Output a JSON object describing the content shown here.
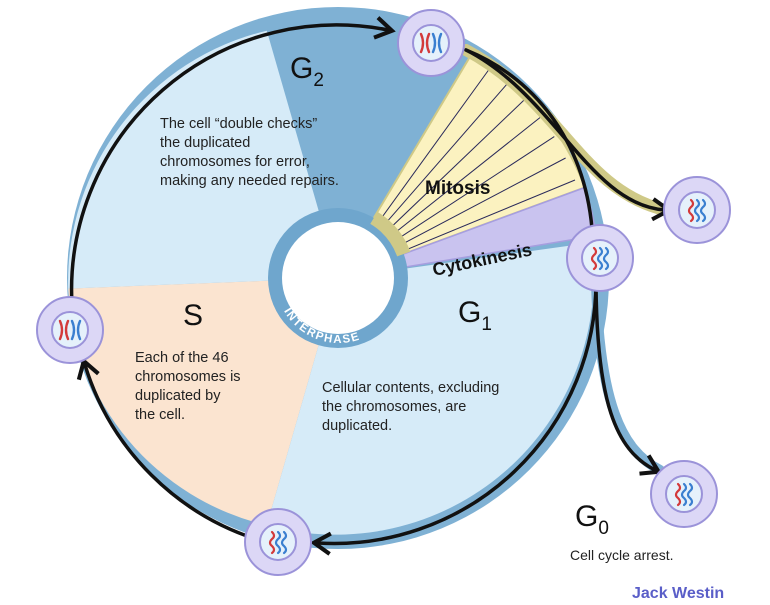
{
  "phases": {
    "g2": {
      "label": "G",
      "sub": "2",
      "description": [
        "The cell “double checks”",
        "the duplicated",
        "chromosomes for error,",
        "making any needed repairs."
      ]
    },
    "s": {
      "label": "S",
      "description": [
        "Each of the 46",
        "chromosomes is",
        "duplicated by",
        "the cell."
      ]
    },
    "g1": {
      "label": "G",
      "sub": "1",
      "description": [
        "Cellular contents, excluding",
        "the chromosomes, are",
        "duplicated."
      ]
    },
    "mitosis": {
      "label": "Mitosis"
    },
    "cytokinesis": {
      "label": "Cytokinesis"
    },
    "interphase": {
      "label": "INTERPHASE"
    },
    "g0": {
      "label": "G",
      "sub": "0",
      "description": "Cell cycle arrest."
    }
  },
  "brand": "Jack Westin",
  "colors": {
    "g2_g1_fill": "#d6ebf8",
    "s_fill": "#fbe4d0",
    "mitosis_fill": "#fbf2c0",
    "cytokinesis_fill": "#c9c3ef",
    "ring_border": "#7fb1d4",
    "mitosis_border": "#cfc987",
    "cell_fill": "#dcd7f6",
    "cell_border": "#9b93d9",
    "nucleus_fill": "#e5f1fb",
    "chromosome_red": "#d33a3a",
    "chromosome_blue": "#3a7fd0",
    "brand": "#5a5ec8"
  },
  "cells": [
    {
      "name": "cell-top",
      "chromosomes": "duplicated"
    },
    {
      "name": "cell-left",
      "chromosomes": "duplicated"
    },
    {
      "name": "cell-bottom",
      "chromosomes": "single"
    },
    {
      "name": "cell-cytokinesis",
      "chromosomes": "single"
    },
    {
      "name": "cell-daughter",
      "chromosomes": "single"
    },
    {
      "name": "cell-g0",
      "chromosomes": "single"
    }
  ]
}
